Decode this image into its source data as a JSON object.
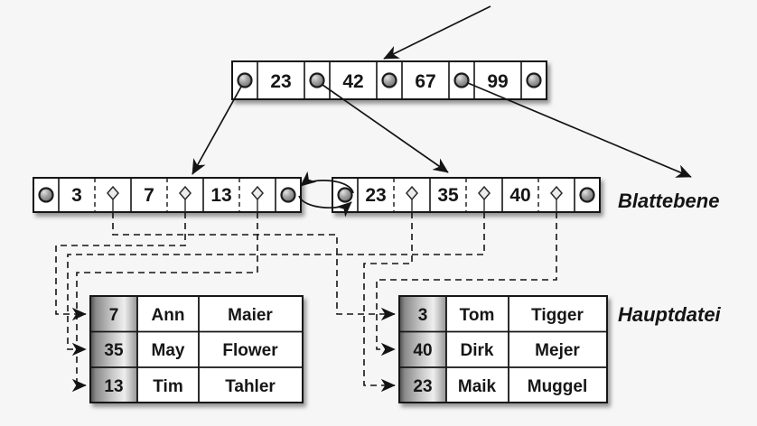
{
  "labels": {
    "leaf_level": "Blattebene",
    "main_file": "Hauptdatei"
  },
  "root_node": {
    "keys": [
      "23",
      "42",
      "67",
      "99"
    ]
  },
  "leaf_nodes": {
    "left": {
      "keys": [
        "3",
        "7",
        "13"
      ]
    },
    "right": {
      "keys": [
        "23",
        "35",
        "40"
      ]
    }
  },
  "tables": {
    "left": {
      "rows": [
        {
          "key": "7",
          "first_name": "Ann",
          "last_name": "Maier"
        },
        {
          "key": "35",
          "first_name": "May",
          "last_name": "Flower"
        },
        {
          "key": "13",
          "first_name": "Tim",
          "last_name": "Tahler"
        }
      ]
    },
    "right": {
      "rows": [
        {
          "key": "3",
          "first_name": "Tom",
          "last_name": "Tigger"
        },
        {
          "key": "40",
          "first_name": "Dirk",
          "last_name": "Mejer"
        },
        {
          "key": "23",
          "first_name": "Maik",
          "last_name": "Muggel"
        }
      ]
    }
  },
  "record_pointers": [
    {
      "leaf_key": "3",
      "target_table": "right",
      "target_row": "3 Tom Tigger"
    },
    {
      "leaf_key": "7",
      "target_table": "left",
      "target_row": "7 Ann Maier"
    },
    {
      "leaf_key": "13",
      "target_table": "left",
      "target_row": "13 Tim Tahler"
    },
    {
      "leaf_key": "23",
      "target_table": "right",
      "target_row": "23 Maik Muggel"
    },
    {
      "leaf_key": "35",
      "target_table": "left",
      "target_row": "35 May Flower"
    },
    {
      "leaf_key": "40",
      "target_table": "right",
      "target_row": "40 Dirk Mejer"
    }
  ],
  "colors": {
    "background": "#f6f6f6",
    "ink": "#141414",
    "cell_fill": "#ffffff",
    "key_column_gradient": [
      "#555555",
      "#8a8a8a",
      "#c2c2c2",
      "#eeeeee",
      "#949494"
    ]
  }
}
